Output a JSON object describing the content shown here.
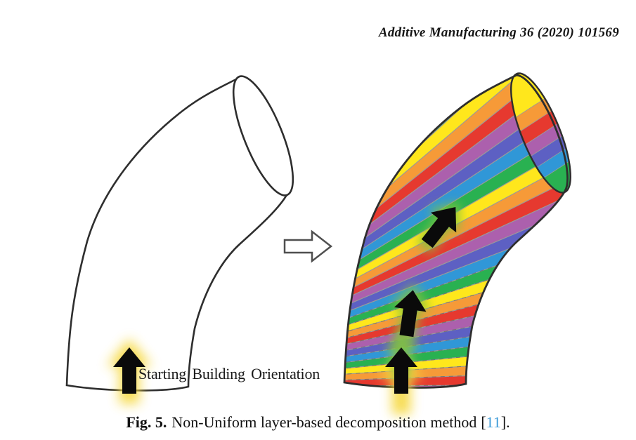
{
  "header": {
    "journal_line": "Additive Manufacturing 36 (2020) 101569"
  },
  "figure": {
    "left_shape": {
      "label": "Starting Building Orientation",
      "outline_color": "#2e2e2e",
      "fill_color": "#ffffff",
      "arrow_color": "#0a0a0a",
      "arrow_glow_color": "#f6d943"
    },
    "transition_arrow": {
      "fill_color": "#ffffff",
      "stroke_color": "#4f4f4f"
    },
    "right_shape": {
      "outline_color": "#2e2e2e",
      "layer_cycle_bottom_to_top": [
        "red",
        "orange",
        "yellow",
        "green",
        "blue",
        "indigo",
        "purple"
      ],
      "layer_colors": {
        "red": "#e6392f",
        "orange": "#f69a38",
        "yellow": "#ffe71c",
        "green": "#29b151",
        "blue": "#3097d7",
        "indigo": "#5d60c3",
        "purple": "#ac60ad"
      },
      "separator_color": "#9a9a9a",
      "dashed_contour_color": "#444444",
      "arrow_color": "#0a0a0a",
      "arrow_glow_green": "#82c341",
      "arrow_glow_yellow": "#f6d943",
      "visible_layer_count": 30,
      "face_bands_top_to_bottom": [
        "yellow",
        "orange",
        "red",
        "purple",
        "indigo",
        "blue",
        "green"
      ]
    }
  },
  "caption": {
    "label": "Fig. 5.",
    "body": "Non-Uniform layer-based decomposition method",
    "citation_prefix": "[",
    "citation": "11",
    "citation_suffix": "].",
    "citation_color": "#3d9bd8"
  }
}
